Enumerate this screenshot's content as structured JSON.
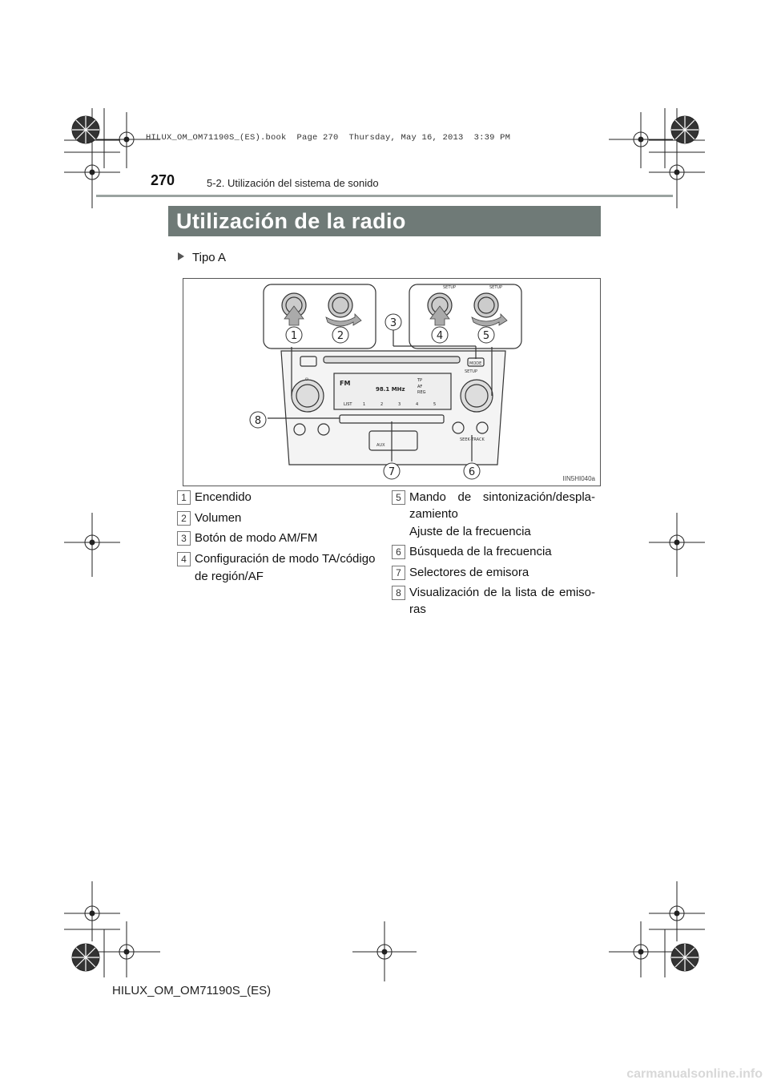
{
  "book_header": "HILUX_OM_OM71190S_(ES).book  Page 270  Thursday, May 16, 2013  3:39 PM",
  "page_number": "270",
  "section": "5-2. Utilización del sistema de sonido",
  "title": "Utilización de la radio",
  "subtitle": "Tipo A",
  "figure": {
    "code": "IIN5HI040a",
    "callouts": [
      "1",
      "2",
      "3",
      "4",
      "5",
      "6",
      "7",
      "8"
    ],
    "panel": {
      "knob_power_label": "⏻",
      "setup_label": "SETUP",
      "mode_label": "MODE",
      "seek_track_label": "SEEK·TRACK",
      "aux_label": "AUX",
      "display_band": "FM",
      "display_freq": "98.1 MHz",
      "display_tp": "TP",
      "display_af": "AF",
      "display_reg": "REG",
      "display_list": "LIST",
      "presets": [
        "1",
        "2",
        "3",
        "4",
        "5"
      ]
    }
  },
  "legend": [
    {
      "num": "1",
      "text": "Encendido"
    },
    {
      "num": "2",
      "text": "Volumen"
    },
    {
      "num": "3",
      "text": "Botón de modo AM/FM"
    },
    {
      "num": "4",
      "text_l1": "Configuración de modo TA/código",
      "text_l2": "de región/AF"
    },
    {
      "num": "5",
      "text_l1": "Mando de sintonización/despla-",
      "text_l2": "zamiento",
      "text_l3": "Ajuste de la frecuencia"
    },
    {
      "num": "6",
      "text": "Búsqueda de la frecuencia"
    },
    {
      "num": "7",
      "text": "Selectores de emisora"
    },
    {
      "num": "8",
      "text_l1": "Visualización de la lista de emiso-",
      "text_l2": "ras"
    }
  ],
  "footer": "HILUX_OM_OM71190S_(ES)",
  "watermark": "carmanualsonline.info"
}
